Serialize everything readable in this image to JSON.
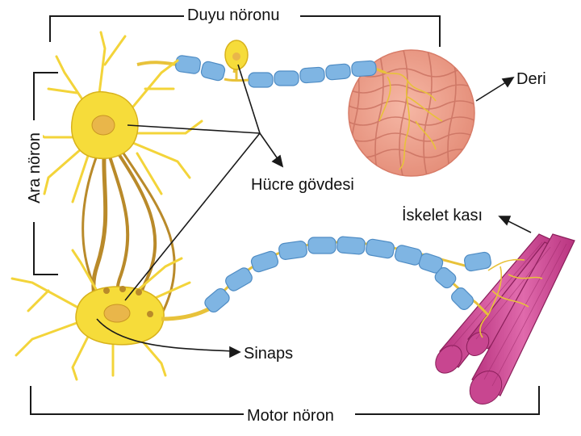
{
  "labels": {
    "sensory_neuron": "Duyu nöronu",
    "skin": "Deri",
    "cell_body": "Hücre gövdesi",
    "skeletal_muscle": "İskelet kası",
    "synapse": "Sinaps",
    "motor_neuron": "Motor nöron",
    "interneuron": "Ara nöron"
  },
  "colors": {
    "neuron_body": "#f6dc3a",
    "neuron_outline": "#d8b21c",
    "nucleus": "#e9b64a",
    "axon_tract": "#b98a2a",
    "myelin": "#7fb5e3",
    "skin": "#efa08e",
    "muscle": "#d54a9a",
    "line": "#1a1a1a"
  }
}
